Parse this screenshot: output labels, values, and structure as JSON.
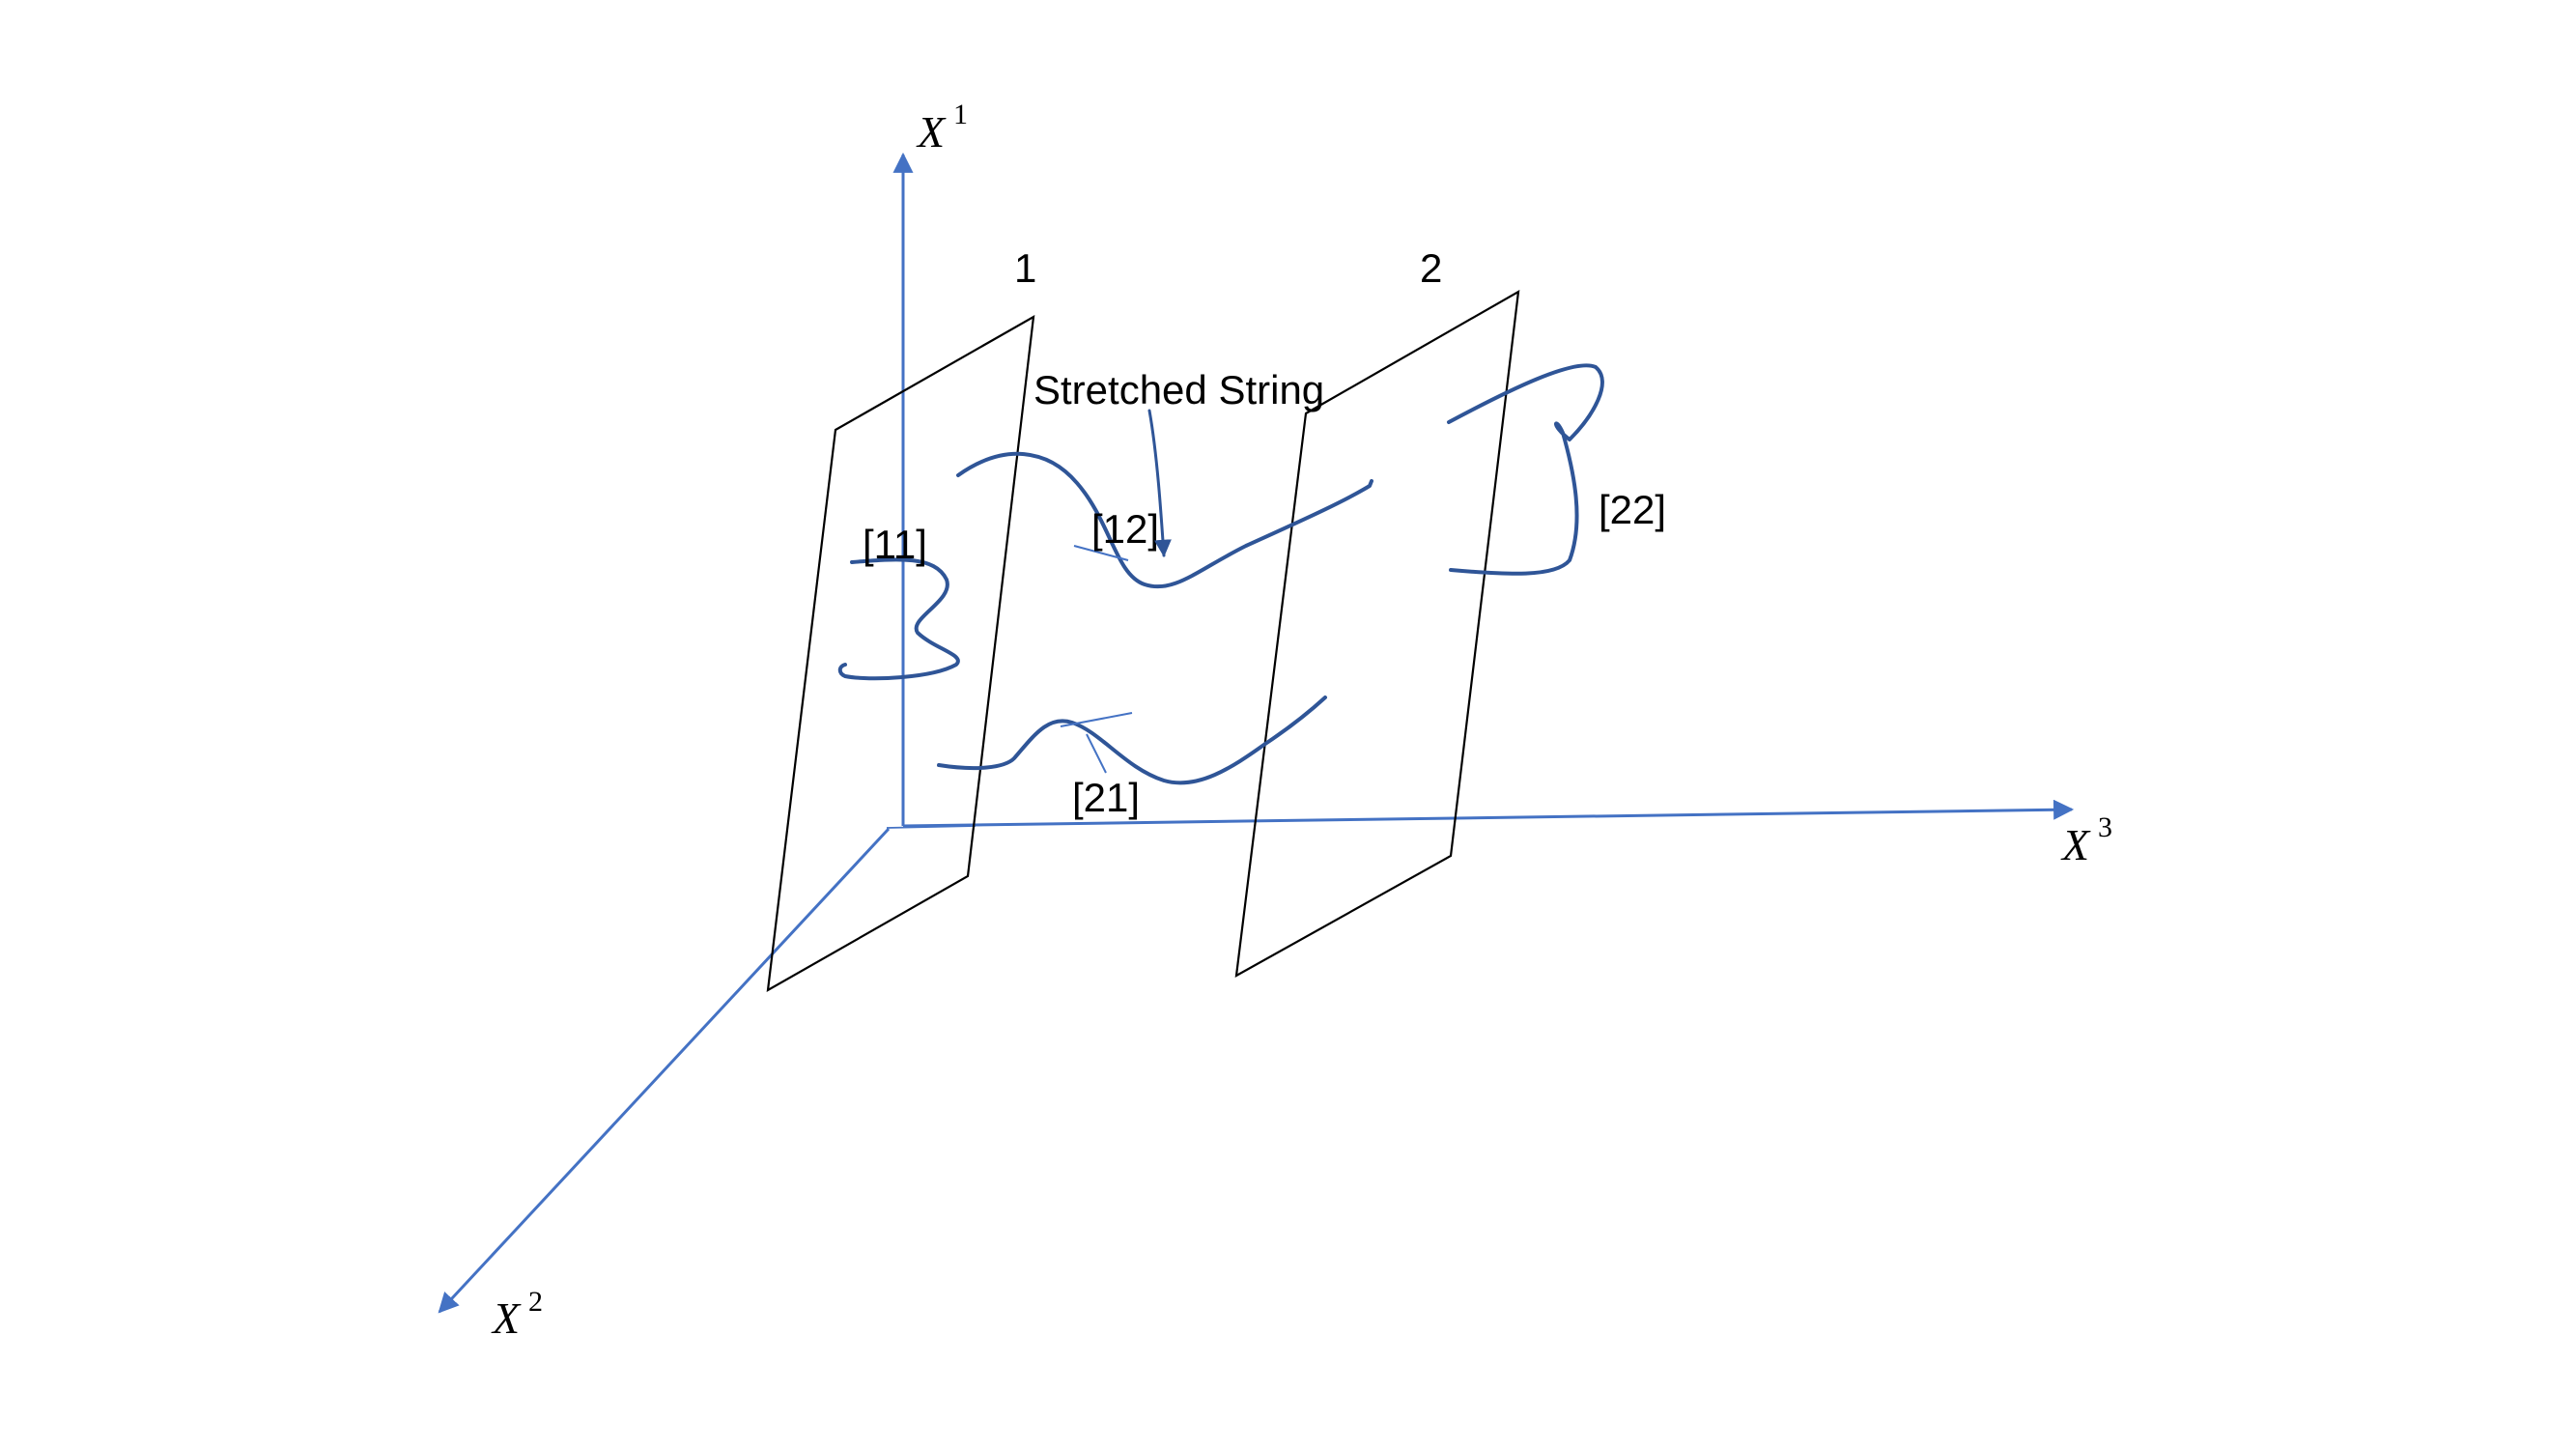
{
  "axes": {
    "x1": {
      "base": "X",
      "sup": "1"
    },
    "x2": {
      "base": "X",
      "sup": "2"
    },
    "x3": {
      "base": "X",
      "sup": "3"
    }
  },
  "branes": {
    "brane1": "1",
    "brane2": "2"
  },
  "strings": {
    "s11": "[11]",
    "s12": "[12]",
    "s21": "[21]",
    "s22": "[22]"
  },
  "annotation": "Stretched String",
  "colors": {
    "axis": "#4472C4",
    "string": "#2F5597",
    "brane": "#000000"
  }
}
